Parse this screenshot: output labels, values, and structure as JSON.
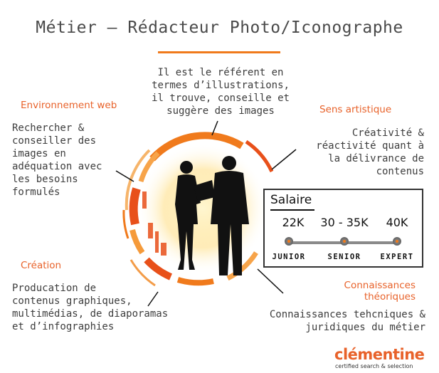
{
  "title": "Métier – Rédacteur Photo/Iconographe",
  "top_text": "Il est le référent en\ntermes d’illustrations,\nil trouve, conseille et\nsuggère des images",
  "sections": {
    "web": {
      "heading": "Environnement web",
      "text": "Rechercher &\nconseiller des\nimages en\nadéquation avec\nles besoins\nformulés"
    },
    "artistic": {
      "heading": "Sens artistique",
      "text": "Créativité &\nréactivité quant à\nla délivrance de\ncontenus"
    },
    "creation": {
      "heading": "Création",
      "text": "Producation de\ncontenus graphiques,\nmultimédias, de diaporamas\net d’infographies"
    },
    "knowledge": {
      "heading": "Connaissances\nthéoriques",
      "text": "Connaissances tehcniques &\njuridiques du métier"
    }
  },
  "salary": {
    "title": "Salaire",
    "levels": [
      {
        "value": "22K",
        "label": "JUNIOR"
      },
      {
        "value": "30 - 35K",
        "label": "SENIOR"
      },
      {
        "value": "40K",
        "label": "EXPERT"
      }
    ]
  },
  "logo": {
    "name": "clémentine",
    "tagline": "certified search & selection"
  },
  "colors": {
    "accent": "#f07a1c",
    "heading": "#e8622a",
    "text": "#3d3d3d"
  }
}
